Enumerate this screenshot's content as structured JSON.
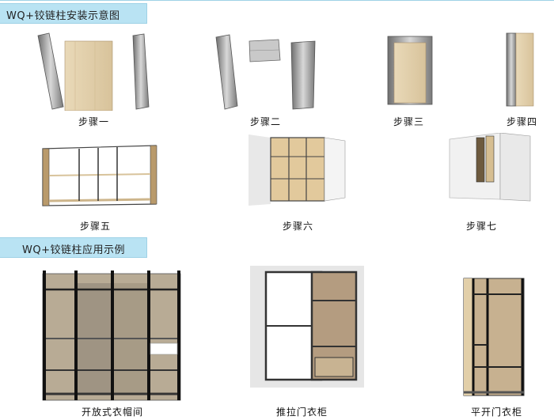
{
  "section1": {
    "title": "WQ+铰链柱安装示意图"
  },
  "steps": [
    {
      "label": "步骤一"
    },
    {
      "label": "步骤二"
    },
    {
      "label": "步骤三"
    },
    {
      "label": "步骤四"
    },
    {
      "label": "步骤五"
    },
    {
      "label": "步骤六"
    },
    {
      "label": "步骤七"
    }
  ],
  "section2": {
    "title": "WQ+铰链柱应用示例"
  },
  "examples": [
    {
      "label": "开放式衣帽间"
    },
    {
      "label": "推拉门衣柜"
    },
    {
      "label": "平开门衣柜"
    }
  ]
}
